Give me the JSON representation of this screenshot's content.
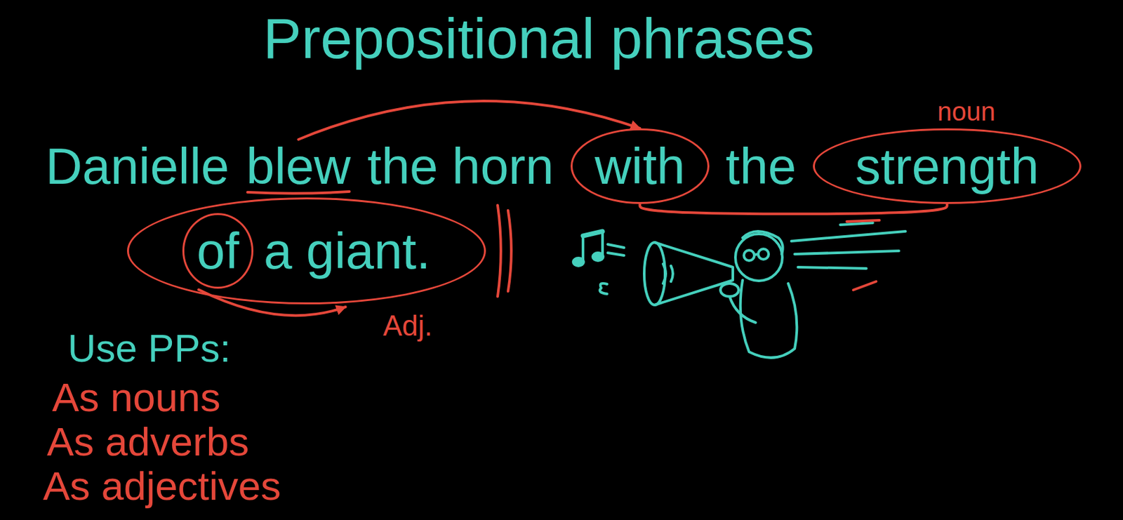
{
  "diagram": {
    "title": "Prepositional phrases",
    "nodes": [
      {
        "text": [
          "with"
        ]
      },
      {
        "text": [
          "strength"
        ]
      },
      {
        "text": [
          "a giant."
        ]
      },
      {
        "text": [
          "of"
        ],
        "in": 2
      }
    ],
    "edges": [
      {
        "from": 0,
        "to": 1,
        "arrow": "none"
      }
    ],
    "labels": [
      "Danielle",
      "blew",
      "the horn",
      "the",
      "noun",
      "Adj.",
      "Use PPs:",
      "As nouns",
      "As adverbs",
      "As adjectives"
    ]
  }
}
